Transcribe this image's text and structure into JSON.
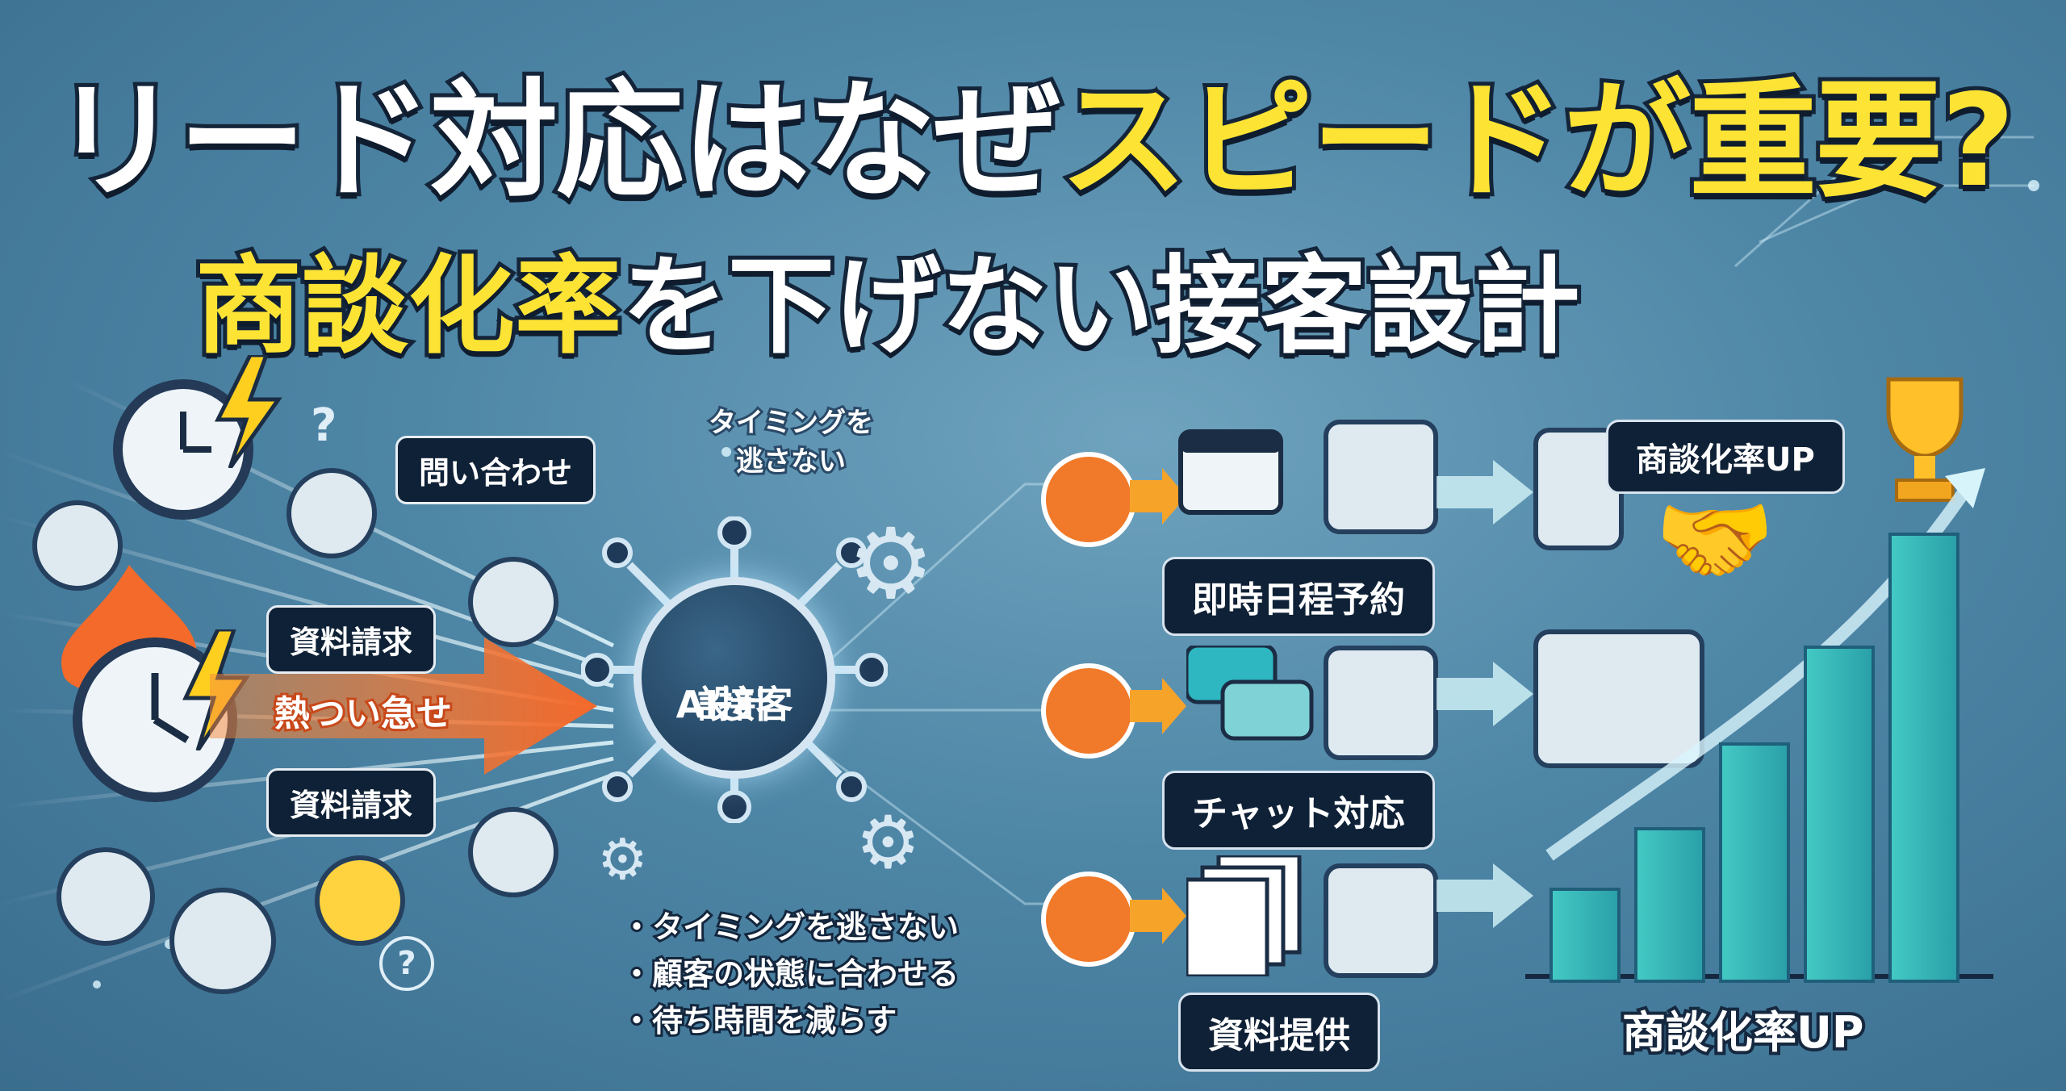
{
  "title": {
    "line1_a": "リード対応はなぜ",
    "line1_b": "スピードが重要?",
    "line2_a": "商談化率",
    "line2_b": "を下げない接客設計"
  },
  "left": {
    "bubble_inquiry": "問い合わせ",
    "bubble_material1": "資料請求",
    "bubble_material2": "資料請求",
    "arrow_label": "熱つい急せ"
  },
  "center": {
    "timing_caption": "タイミングを\n逃さない",
    "hub_label_1": "AI接客",
    "hub_label_2": "設計",
    "bullets": [
      "・タイミングを逃さない",
      "・顧客の状態に合わせる",
      "・待ち時間を減らす"
    ]
  },
  "flows": [
    {
      "label": "即時日程予約"
    },
    {
      "label": "チャット対応"
    },
    {
      "label": "資料提供"
    }
  ],
  "right": {
    "badge": "商談化率UP",
    "bottom_label": "商談化率UP"
  },
  "colors": {
    "accent_yellow": "#fde334",
    "accent_orange": "#f07a2a",
    "navy": "#0f2136",
    "teal": "#43c9c4"
  }
}
